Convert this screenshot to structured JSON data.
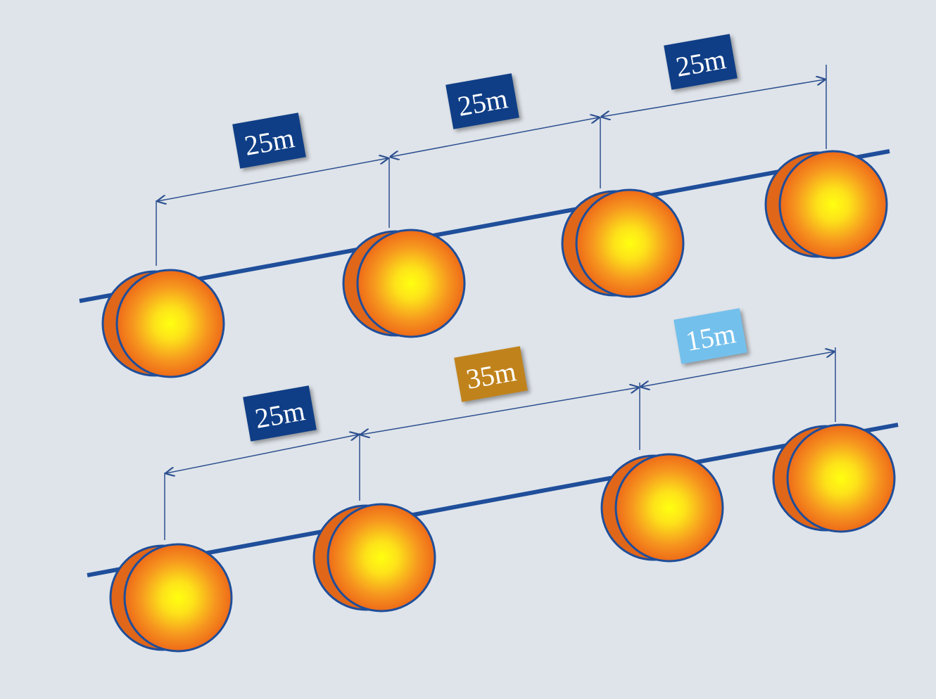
{
  "colors": {
    "background": "#dfe4ea",
    "cable": "#1f4e9a",
    "dimension_line": "#2c4f8f",
    "marker_rim": "#e0661a",
    "marker_outline": "#1f4e9a",
    "marker_center": "#ffff10",
    "marker_edge": "#f07a1c"
  },
  "marker_icon": "orange-sphere-marker",
  "top_row": {
    "distances": [
      {
        "text": "25m",
        "bg": "#0f3e86"
      },
      {
        "text": "25m",
        "bg": "#0f3e86"
      },
      {
        "text": "25m",
        "bg": "#0f3e86"
      }
    ]
  },
  "bottom_row": {
    "distances": [
      {
        "text": "25m",
        "bg": "#0f3e86"
      },
      {
        "text": "35m",
        "bg": "#c0831c"
      },
      {
        "text": "15m",
        "bg": "#74c0ec"
      }
    ]
  }
}
